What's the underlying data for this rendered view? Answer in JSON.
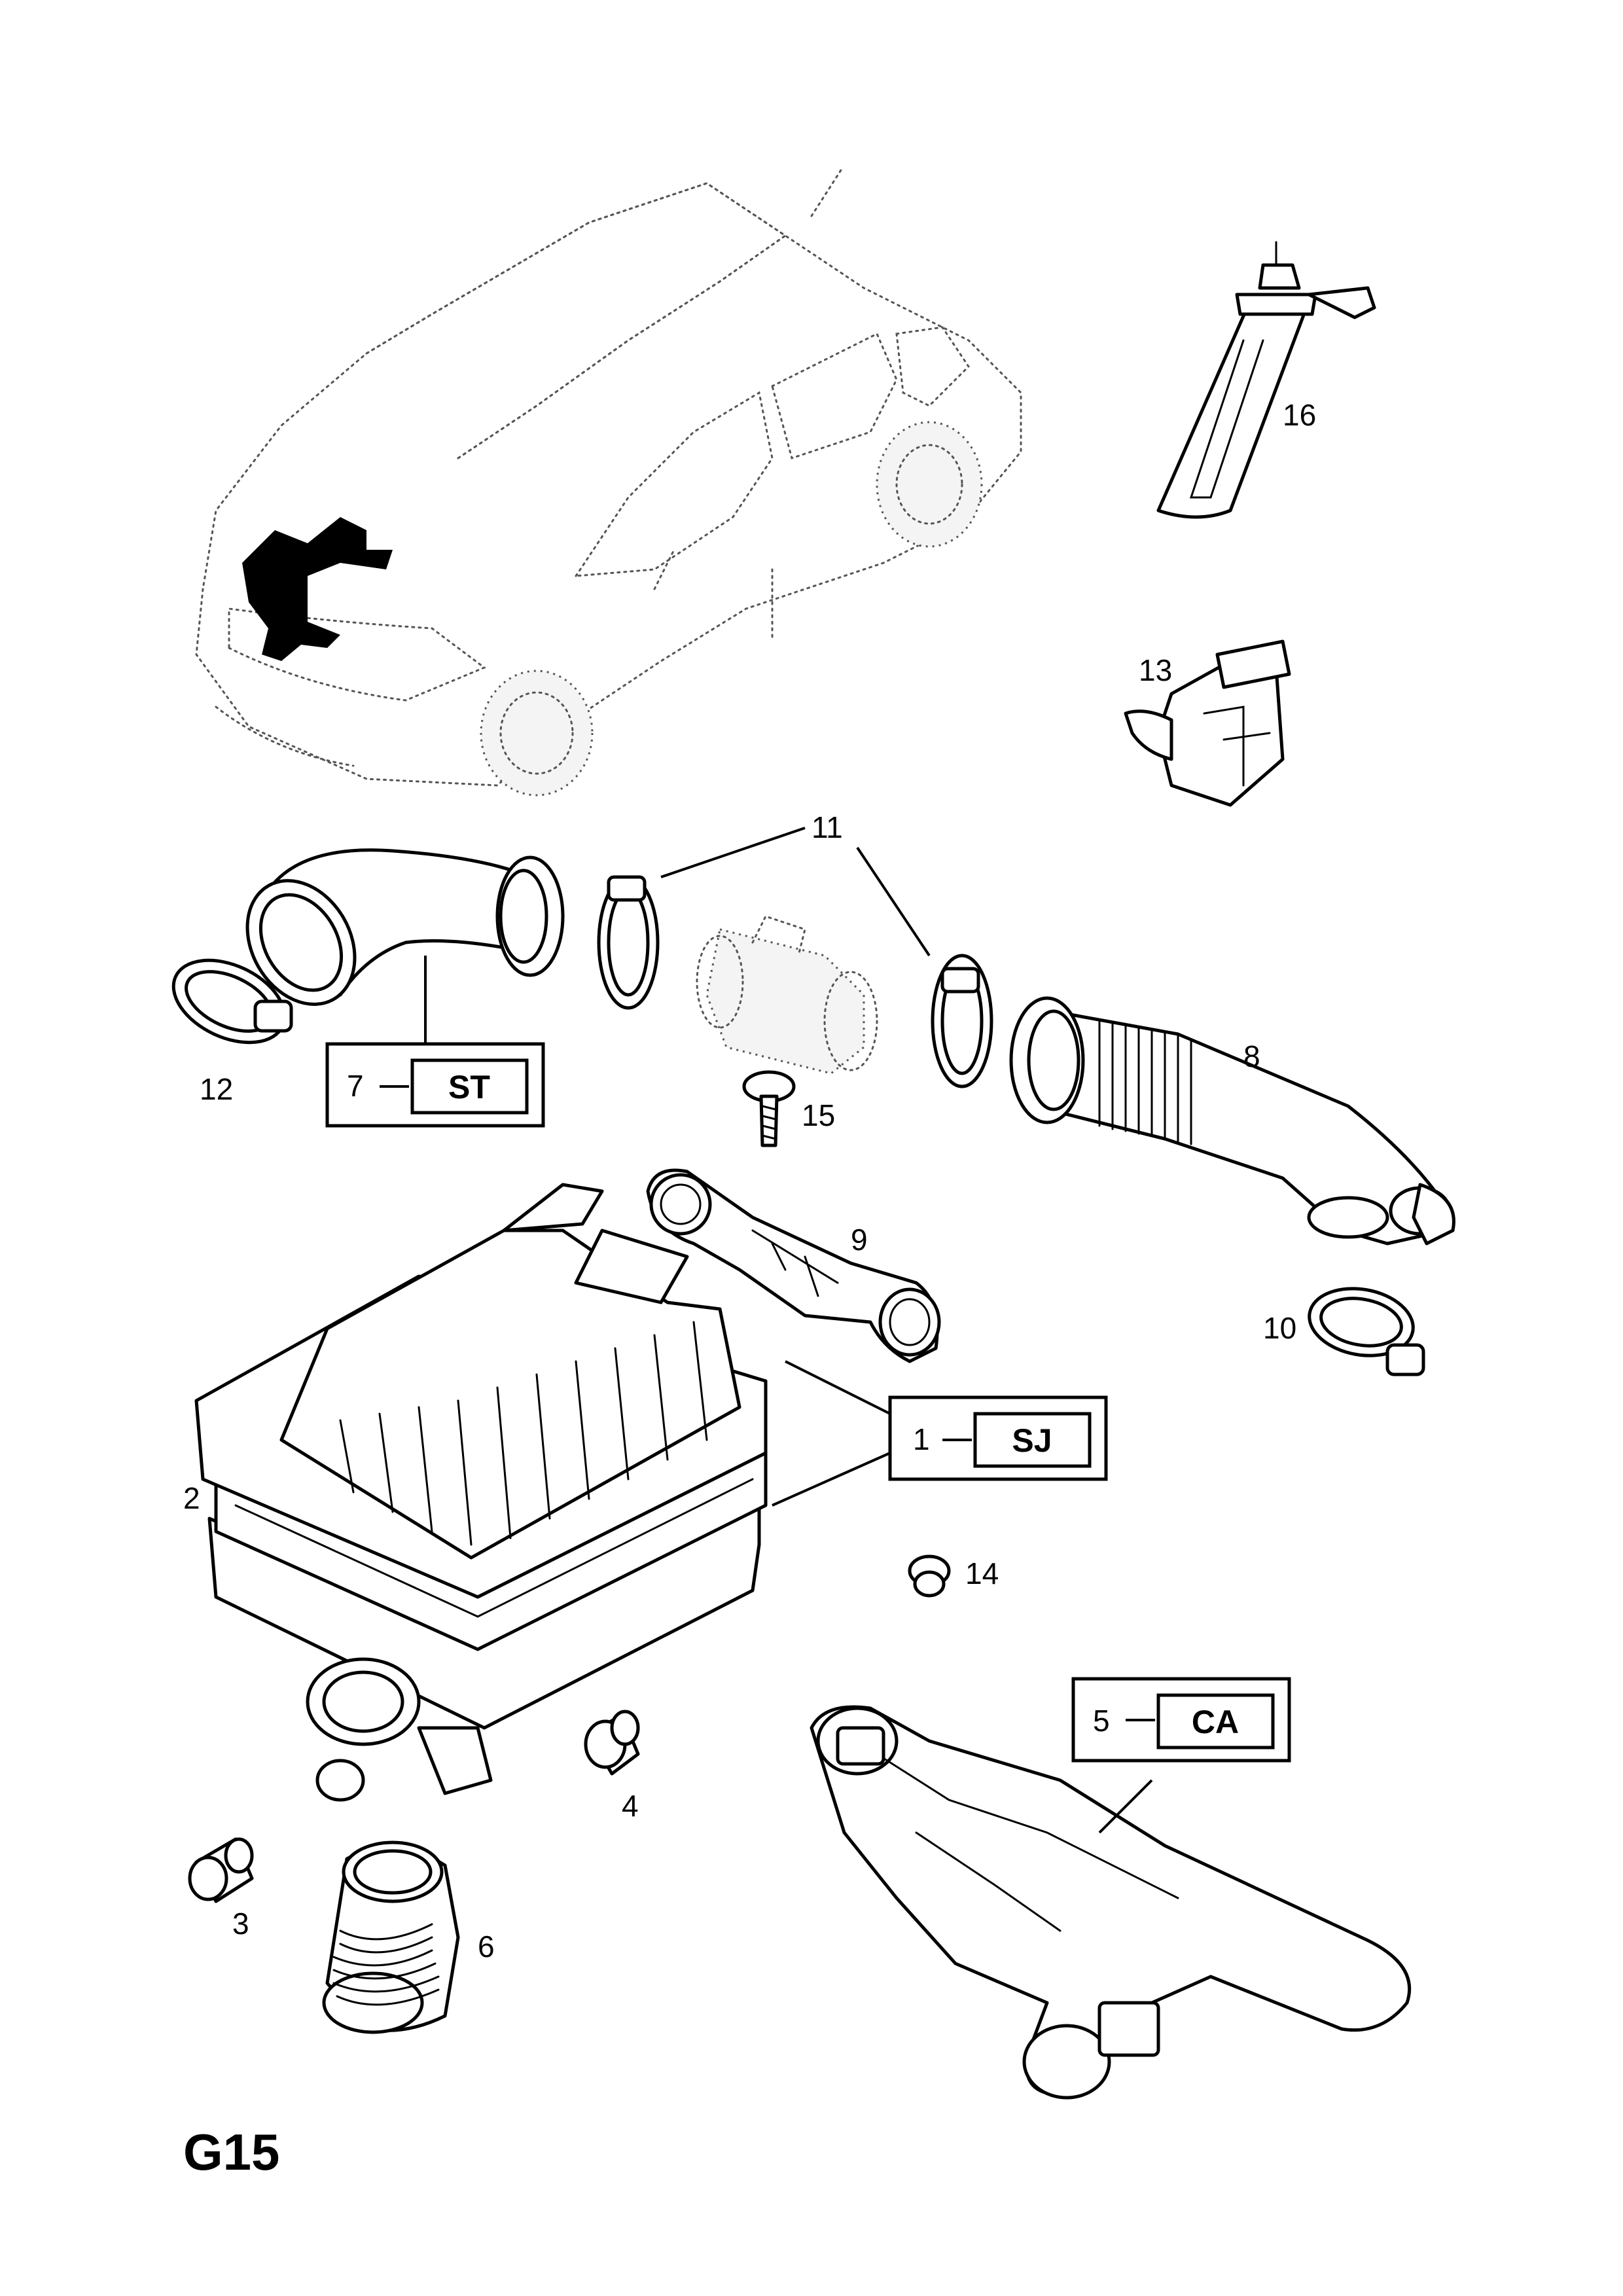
{
  "page_id": "G15",
  "callouts": {
    "c1": "1",
    "c2": "2",
    "c3": "3",
    "c4": "4",
    "c5": "5",
    "c6": "6",
    "c7": "7",
    "c8": "8",
    "c9": "9",
    "c10": "10",
    "c11": "11",
    "c12": "12",
    "c13": "13",
    "c14": "14",
    "c15": "15",
    "c16": "16"
  },
  "codes": {
    "c1": "SJ",
    "c5": "CA",
    "c7": "ST"
  }
}
